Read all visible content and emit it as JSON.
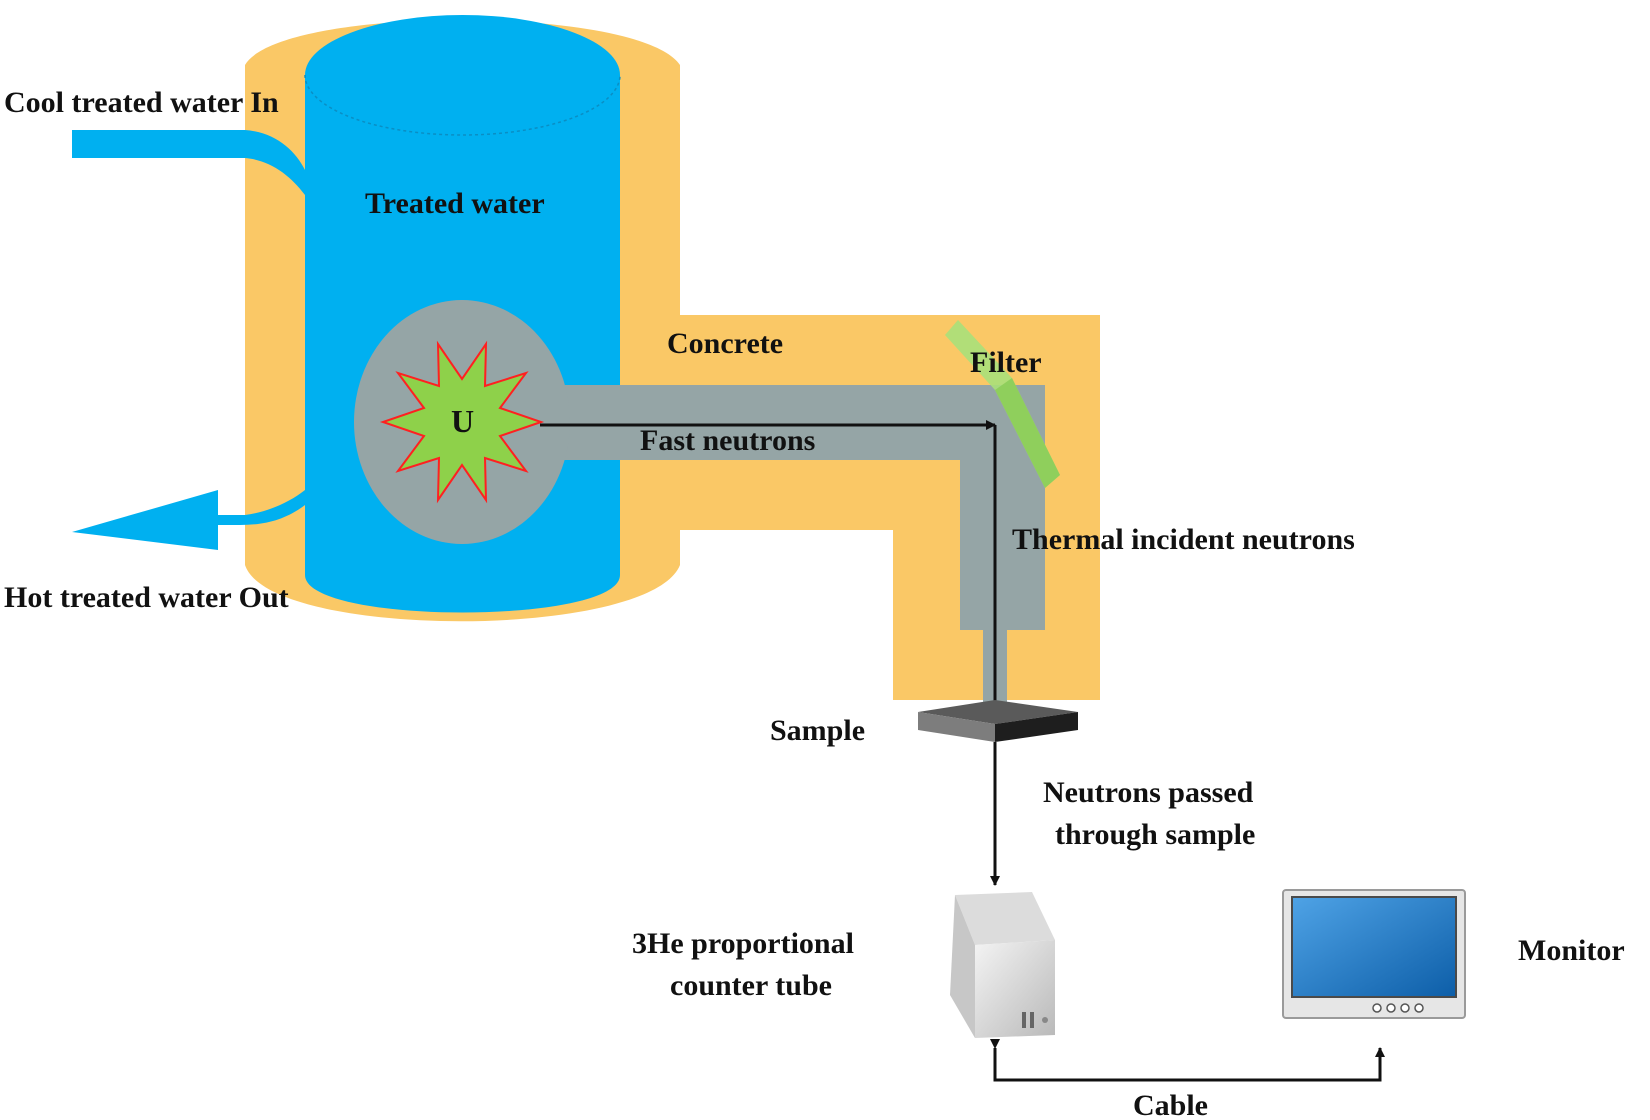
{
  "labels": {
    "cool_in": "Cool treated water In",
    "hot_out": "Hot treated water Out",
    "treated_water": "Treated water",
    "concrete": "Concrete",
    "filter": "Filter",
    "core": "U",
    "fast_neutrons": "Fast neutrons",
    "thermal_neutrons": "Thermal incident neutrons",
    "sample": "Sample",
    "passed_line1": "Neutrons passed",
    "passed_line2": "through sample",
    "detector_line1": "3He proportional",
    "detector_line2": "counter tube",
    "monitor": "Monitor",
    "cable": "Cable"
  },
  "colors": {
    "water": "#00b0f0",
    "concrete": "#fac866",
    "beam": "#95a5a6",
    "core_star": "#8ed14a",
    "core_outline": "#ff2020",
    "filter": "#a8e07a",
    "arrow": "#111111",
    "monitor_screen": "#1f77c9"
  }
}
